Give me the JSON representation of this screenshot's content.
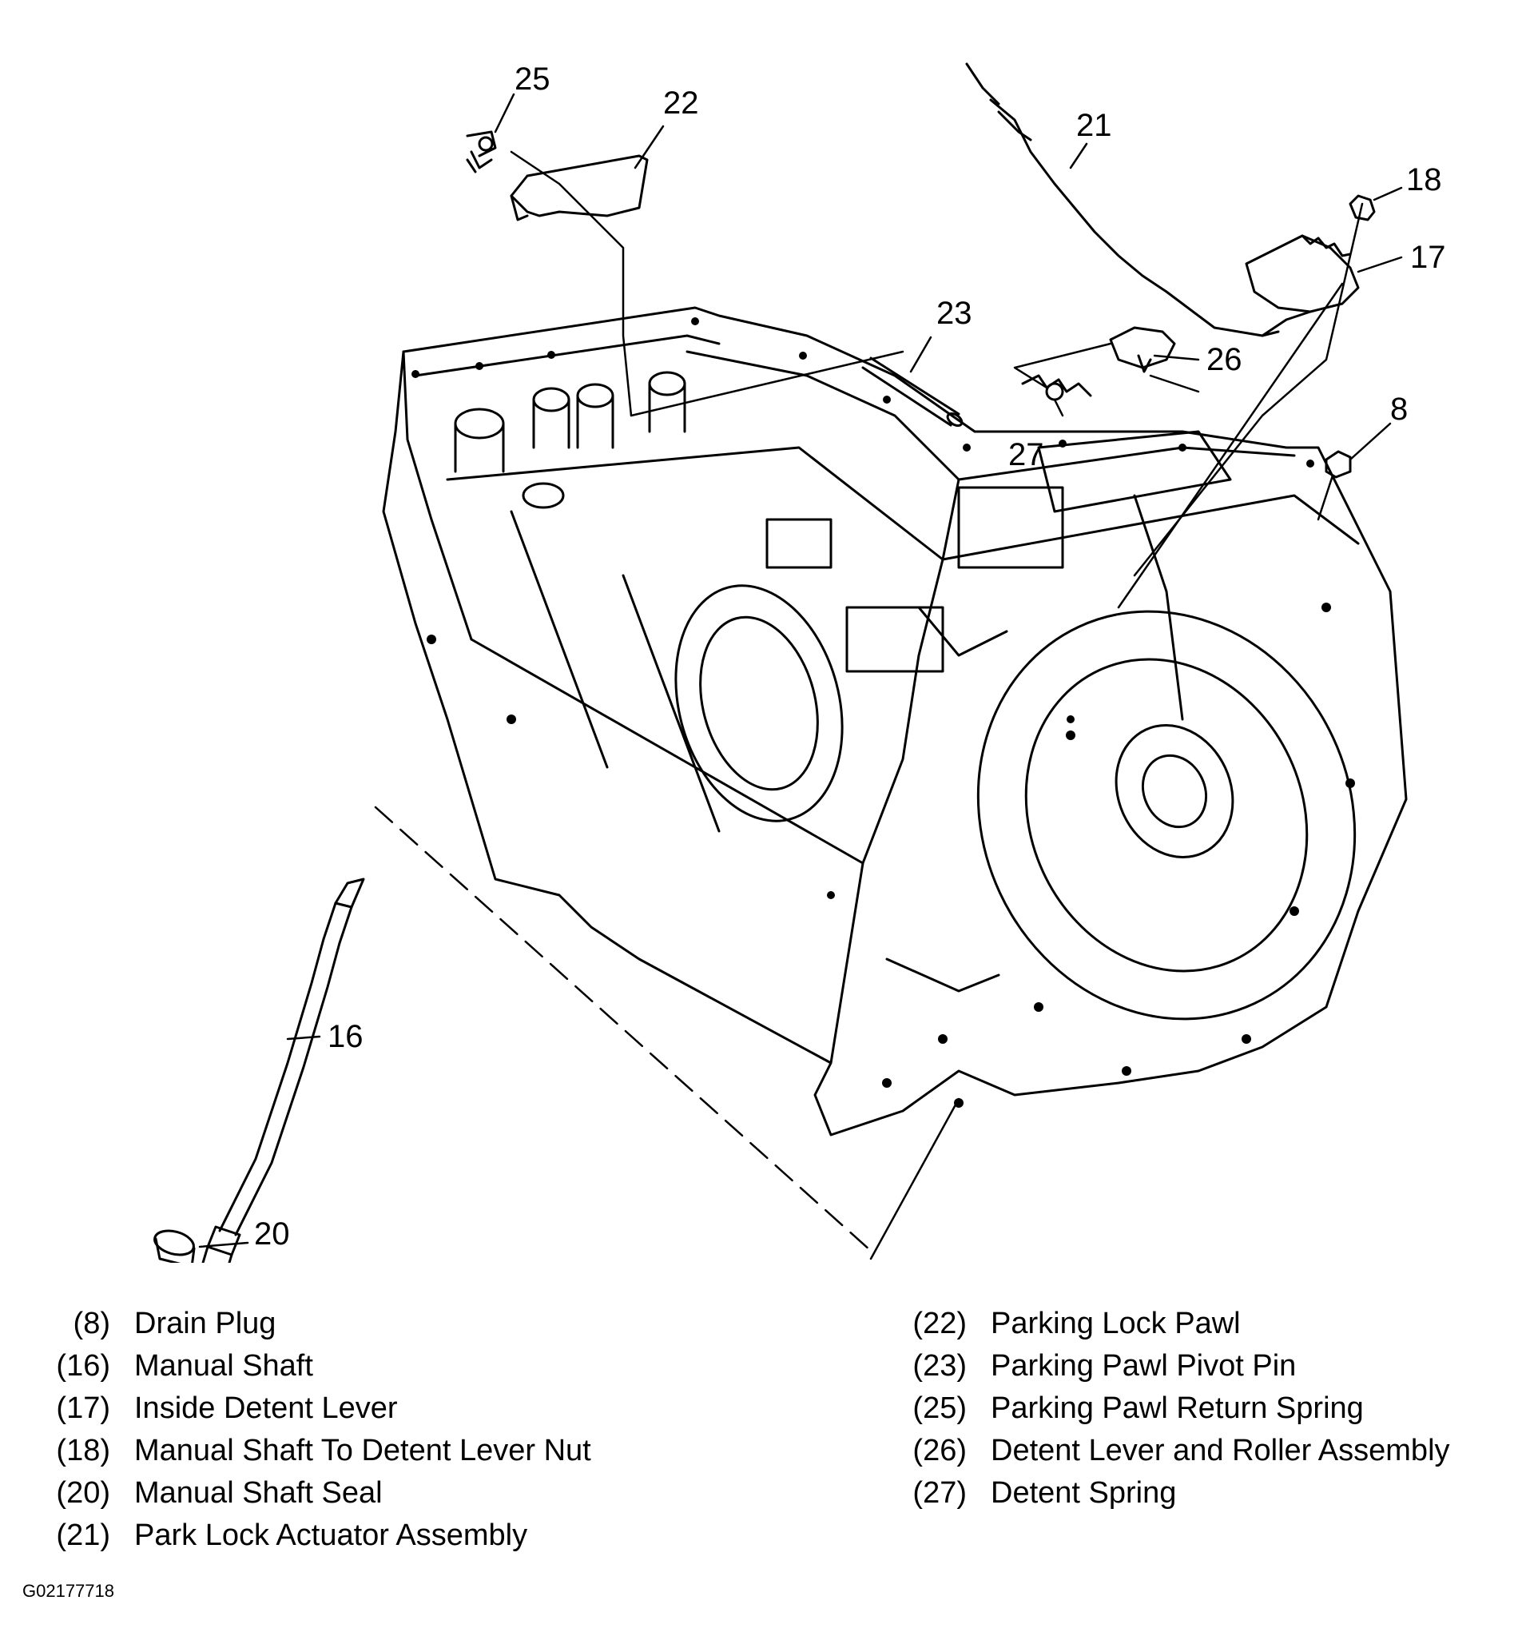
{
  "callouts": {
    "c8": "8",
    "c16": "16",
    "c17": "17",
    "c18": "18",
    "c20": "20",
    "c21": "21",
    "c22": "22",
    "c23": "23",
    "c25": "25",
    "c26": "26",
    "c27": "27"
  },
  "legend_left": [
    {
      "num": "(8)",
      "label": "Drain Plug"
    },
    {
      "num": "(16)",
      "label": "Manual Shaft"
    },
    {
      "num": "(17)",
      "label": "Inside Detent Lever"
    },
    {
      "num": "(18)",
      "label": "Manual Shaft To Detent Lever Nut"
    },
    {
      "num": "(20)",
      "label": "Manual Shaft Seal"
    },
    {
      "num": "(21)",
      "label": "Park Lock Actuator Assembly"
    }
  ],
  "legend_right": [
    {
      "num": "(22)",
      "label": "Parking Lock Pawl"
    },
    {
      "num": "(23)",
      "label": "Parking Pawl Pivot Pin"
    },
    {
      "num": "(25)",
      "label": "Parking Pawl Return Spring"
    },
    {
      "num": "(26)",
      "label": "Detent Lever and Roller Assembly"
    },
    {
      "num": "(27)",
      "label": "Detent Spring"
    }
  ],
  "figure_id": "G02177718"
}
